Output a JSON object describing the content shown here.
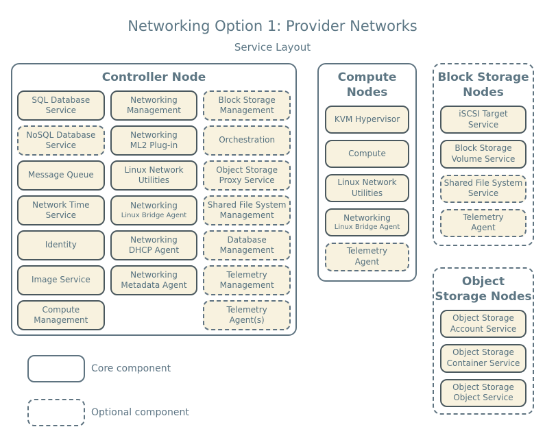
{
  "title": "Networking Option 1: Provider Networks",
  "subtitle": "Service Layout",
  "colors": {
    "background": "#ffffff",
    "box_fill": "#f8f2df",
    "box_border_solid": "#4a585e",
    "box_border_dashed": "#5d7180",
    "group_border": "#5e7380",
    "text": "#54707e",
    "title_text": "#5b7684"
  },
  "legend": {
    "core": {
      "label": "Core component",
      "style": "solid"
    },
    "optional": {
      "label": "Optional component",
      "style": "dashed"
    }
  },
  "groups": [
    {
      "id": "controller",
      "title": "Controller Node",
      "border": "solid",
      "columns": 3,
      "boxes": [
        {
          "label": "SQL Database\nService",
          "style": "solid"
        },
        {
          "label": "Networking\nManagement",
          "style": "solid"
        },
        {
          "label": "Block Storage\nManagement",
          "style": "dashed"
        },
        {
          "label": "NoSQL Database\nService",
          "style": "dashed"
        },
        {
          "label": "Networking\nML2 Plug-in",
          "style": "solid"
        },
        {
          "label": "Orchestration",
          "style": "dashed"
        },
        {
          "label": "Message Queue",
          "style": "solid"
        },
        {
          "label": "Linux Network\nUtilities",
          "style": "solid"
        },
        {
          "label": "Object Storage\nProxy Service",
          "style": "dashed"
        },
        {
          "label": "Network Time\nService",
          "style": "solid"
        },
        {
          "label": "Networking",
          "sublabel": "Linux Bridge Agent",
          "style": "solid"
        },
        {
          "label": "Shared File System\nManagement",
          "style": "dashed"
        },
        {
          "label": "Identity",
          "style": "solid"
        },
        {
          "label": "Networking\nDHCP Agent",
          "style": "solid"
        },
        {
          "label": "Database\nManagement",
          "style": "dashed"
        },
        {
          "label": "Image Service",
          "style": "solid"
        },
        {
          "label": "Networking\nMetadata Agent",
          "style": "solid"
        },
        {
          "label": "Telemetry\nManagement",
          "style": "dashed"
        },
        {
          "label": "Compute\nManagement",
          "style": "solid"
        },
        null,
        {
          "label": "Telemetry\nAgent(s)",
          "style": "dashed"
        }
      ]
    },
    {
      "id": "compute",
      "title": "Compute\nNodes",
      "border": "solid",
      "columns": 1,
      "boxes": [
        {
          "label": "KVM Hypervisor",
          "style": "solid"
        },
        {
          "label": "Compute",
          "style": "solid"
        },
        {
          "label": "Linux Network\nUtilities",
          "style": "solid"
        },
        {
          "label": "Networking",
          "sublabel": "Linux Bridge Agent",
          "style": "solid"
        },
        {
          "label": "Telemetry\nAgent",
          "style": "dashed"
        }
      ]
    },
    {
      "id": "block",
      "title": "Block Storage\nNodes",
      "border": "dashed",
      "columns": 1,
      "boxes": [
        {
          "label": "iSCSI Target\nService",
          "style": "solid"
        },
        {
          "label": "Block Storage\nVolume Service",
          "style": "solid"
        },
        {
          "label": "Shared File System\nService",
          "style": "dashed"
        },
        {
          "label": "Telemetry\nAgent",
          "style": "dashed"
        }
      ]
    },
    {
      "id": "object",
      "title": "Object\nStorage Nodes",
      "border": "dashed",
      "columns": 1,
      "boxes": [
        {
          "label": "Object Storage\nAccount Service",
          "style": "solid"
        },
        {
          "label": "Object Storage\nContainer Service",
          "style": "solid"
        },
        {
          "label": "Object Storage\nObject Service",
          "style": "solid"
        }
      ]
    }
  ]
}
